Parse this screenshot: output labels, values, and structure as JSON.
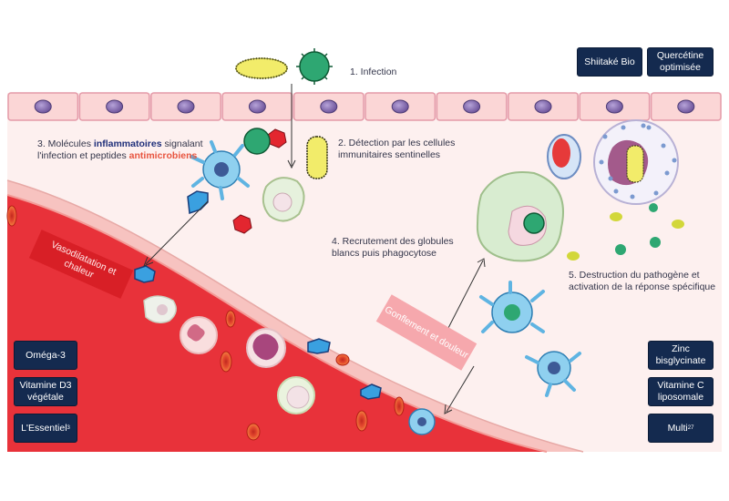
{
  "steps": {
    "infection": "1. Infection",
    "detection": "2. Détection par les cellules immunitaires sentinelles",
    "molecules_prefix": "3. Molécules",
    "molecules_keyword": "inflammatoires",
    "molecules_middle": "signalant l'infection et peptides",
    "molecules_keyword2": "antimicrobiens",
    "recruitment": "4. Recrutement des globules blancs puis phagocytose",
    "destruction": "5. Destruction du pathogène et activation de la réponse spécifique"
  },
  "tags": {
    "vasodilatation": "Vasodilatation et chaleur",
    "swelling": "Gonflement et douleur"
  },
  "products_left": [
    "Oméga-3",
    "Vitamine D3 végétale",
    "L'Essentiel"
  ],
  "products_left_sup": "3",
  "products_right": [
    "Zinc bisglycinate",
    "Vitamine C liposomale",
    "Multi"
  ],
  "products_right_sup": "27",
  "products_top": [
    "Shiitaké Bio",
    "Quercétine optimisée"
  ],
  "colors": {
    "navy": "#142a4f",
    "blood": "#e8323a",
    "vessel_wall": "#f9c9c6",
    "epithelium": "#fbd6d6",
    "tissue_bg": "#fdf0ef",
    "nucleus": "#8e74b8"
  }
}
